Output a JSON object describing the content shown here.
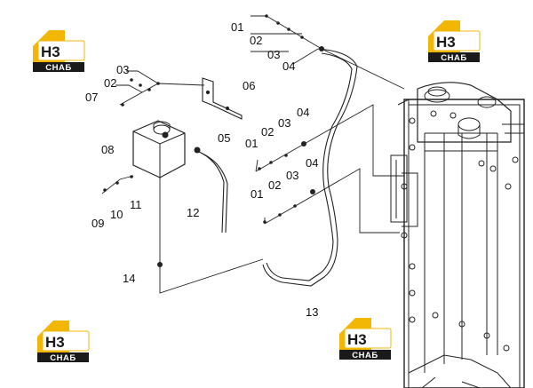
{
  "brand": {
    "mark": "Н3",
    "name": "СНАБ",
    "colors": {
      "accent": "#f2b705",
      "dark": "#1a1a1a"
    }
  },
  "callouts": {
    "c01a": "01",
    "c02a": "02",
    "c03a": "03",
    "c04a": "04",
    "c03b": "03",
    "c02b": "02",
    "c07": "07",
    "c06": "06",
    "c08": "08",
    "c05": "05",
    "c04c": "04",
    "c03c": "03",
    "c02c": "02",
    "c01c": "01",
    "c04d": "04",
    "c03d": "03",
    "c02d": "02",
    "c01d": "01",
    "c09": "09",
    "c10": "10",
    "c11": "11",
    "c12": "12",
    "c14": "14",
    "c13": "13"
  }
}
